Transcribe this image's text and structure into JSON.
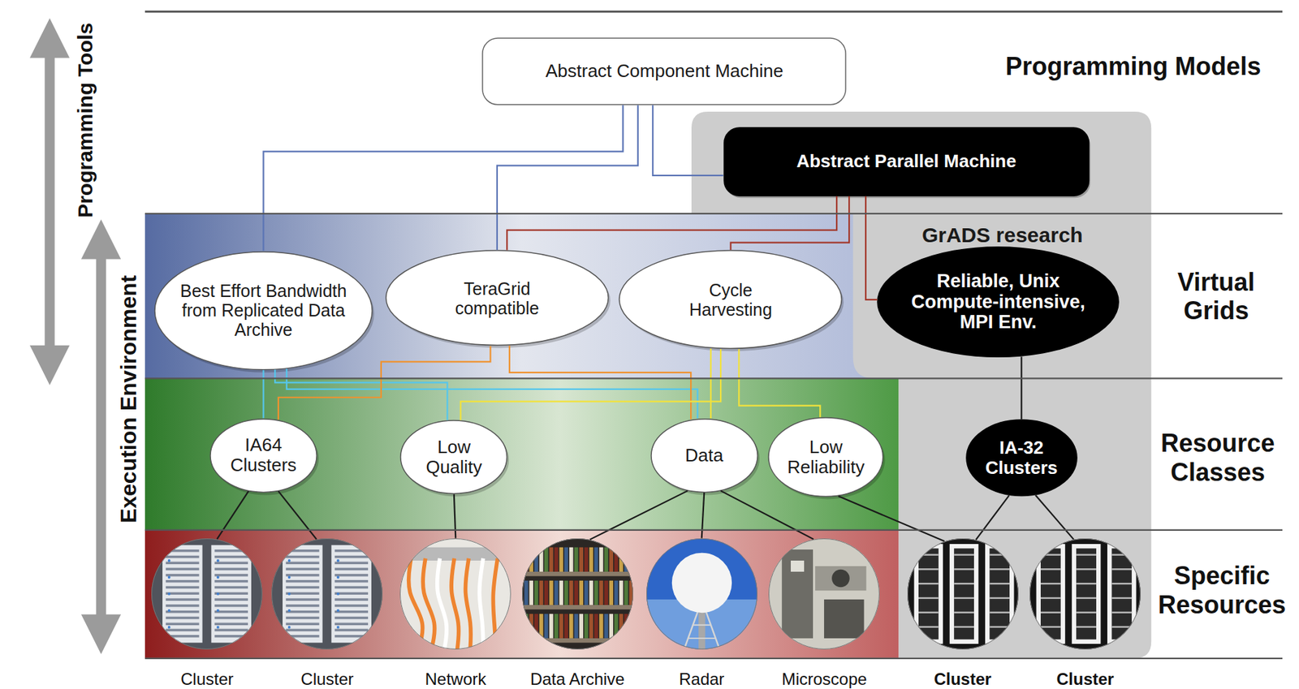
{
  "diagram": {
    "nodes": [
      {
        "text": [
          "Abstract Component Machine"
        ]
      },
      {
        "text": [
          "GrADS research"
        ]
      },
      {
        "text": [
          "Abstract Parallel Machine"
        ],
        "in": 1
      },
      {
        "text": [
          "Best Effort Bandwidth from Replicated Data Archive"
        ]
      },
      {
        "text": [
          "TeraGrid compatible"
        ]
      },
      {
        "text": [
          "Cycle Harvesting"
        ]
      },
      {
        "text": [
          "Reliable, Unix Compute-intensive, MPI Env."
        ],
        "in": 1
      },
      {
        "text": [
          "IA64 Clusters"
        ]
      },
      {
        "text": [
          "Low Quality"
        ]
      },
      {
        "text": [
          "Data"
        ]
      },
      {
        "text": [
          "Low Reliability"
        ]
      },
      {
        "text": [
          "IA-32 Clusters"
        ],
        "in": 1
      },
      {
        "text": [
          "Cluster"
        ]
      },
      {
        "text": [
          "Cluster"
        ]
      },
      {
        "text": [
          "Network"
        ]
      },
      {
        "text": [
          "Data Archive"
        ]
      },
      {
        "text": [
          "Radar"
        ]
      },
      {
        "text": [
          "Microscope"
        ]
      },
      {
        "text": [
          "Cluster"
        ],
        "in": 1
      },
      {
        "text": [
          "Cluster"
        ],
        "in": 1
      }
    ],
    "edges": [
      {
        "from": 0,
        "to": 3,
        "arrow": "none"
      },
      {
        "from": 0,
        "to": 4,
        "arrow": "none"
      },
      {
        "from": 0,
        "to": 2,
        "arrow": "none"
      },
      {
        "from": 2,
        "to": 4,
        "arrow": "none"
      },
      {
        "from": 2,
        "to": 5,
        "arrow": "none"
      },
      {
        "from": 2,
        "to": 6,
        "arrow": "none"
      },
      {
        "from": 3,
        "to": 7,
        "arrow": "none"
      },
      {
        "from": 3,
        "to": 8,
        "arrow": "none"
      },
      {
        "from": 3,
        "to": 9,
        "arrow": "none"
      },
      {
        "from": 4,
        "to": 7,
        "arrow": "none"
      },
      {
        "from": 4,
        "to": 9,
        "arrow": "none"
      },
      {
        "from": 5,
        "to": 8,
        "arrow": "none"
      },
      {
        "from": 5,
        "to": 9,
        "arrow": "none"
      },
      {
        "from": 5,
        "to": 10,
        "arrow": "none"
      },
      {
        "from": 6,
        "to": 11,
        "arrow": "none"
      },
      {
        "from": 7,
        "to": 12,
        "arrow": "none"
      },
      {
        "from": 7,
        "to": 13,
        "arrow": "none"
      },
      {
        "from": 8,
        "to": 14,
        "arrow": "none"
      },
      {
        "from": 9,
        "to": 15,
        "arrow": "none"
      },
      {
        "from": 9,
        "to": 16,
        "arrow": "none"
      },
      {
        "from": 9,
        "to": 17,
        "arrow": "none"
      },
      {
        "from": 10,
        "to": 18,
        "arrow": "none"
      },
      {
        "from": 11,
        "to": 18,
        "arrow": "none"
      },
      {
        "from": 11,
        "to": 19,
        "arrow": "none"
      }
    ],
    "labels": [
      "Programming Tools",
      "Execution Environment",
      "Programming Models",
      "Virtual Grids",
      "Resource Classes",
      "Specific Resources"
    ]
  }
}
